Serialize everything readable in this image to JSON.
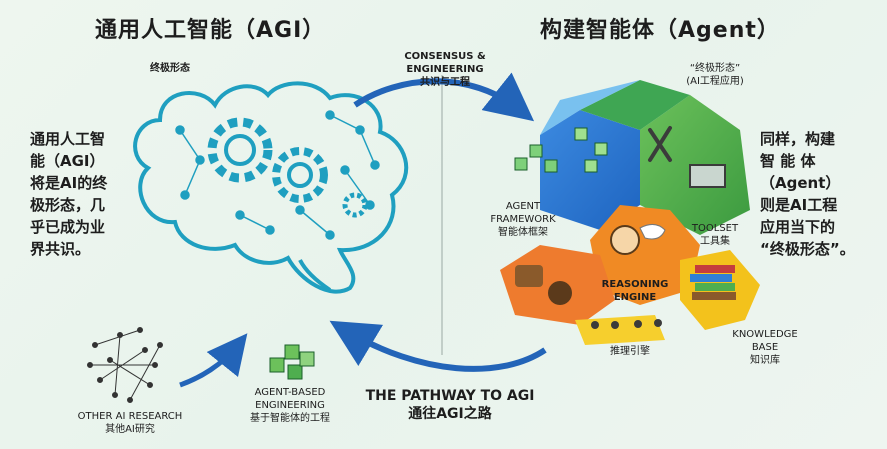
{
  "left": {
    "title": "通用人工智能（AGI）",
    "brain_label": "终极形态",
    "description_lines": [
      "通用人工智",
      "能（AGI）",
      "将是AI的终",
      "极形态，几",
      "乎已成为业",
      "界共识。"
    ]
  },
  "right": {
    "title": "构建智能体（Agent）",
    "top_label_1": "“终极形态”",
    "top_label_2": "(AI工程应用)",
    "description_lines": [
      "同样，构建",
      "智 能 体",
      "（Agent）",
      "则是AI工程",
      "应用当下的",
      "“终极形态”。"
    ]
  },
  "top_arrow": {
    "en": "CONSENSUS & ENGINEERING",
    "zh": "共识与工程"
  },
  "components": {
    "framework_en_1": "AGENT",
    "framework_en_2": "FRAMEWORK",
    "framework_zh": "智能体框架",
    "toolset_en": "TOOLSET",
    "toolset_zh": "工具集",
    "reasoning_en_1": "REASONING",
    "reasoning_en_2": "ENGINE",
    "reasoning_zh": "推理引擎",
    "knowledge_en_1": "KNOWLEDGE",
    "knowledge_en_2": "BASE",
    "knowledge_zh": "知识库"
  },
  "bottom": {
    "other_en": "OTHER AI RESEARCH",
    "other_zh": "其他AI研究",
    "agent_based_en_1": "AGENT-BASED",
    "agent_based_en_2": "ENGINEERING",
    "agent_based_zh": "基于智能体的工程",
    "pathway_en": "THE PATHWAY TO AGI",
    "pathway_zh": "通往AGI之路"
  },
  "colors": {
    "brain": "#1f9fc0",
    "blue": "#2f7fd6",
    "green": "#4fae4f",
    "orange": "#f08a24",
    "yellow": "#f3c21c",
    "arrow": "#2364b8"
  }
}
